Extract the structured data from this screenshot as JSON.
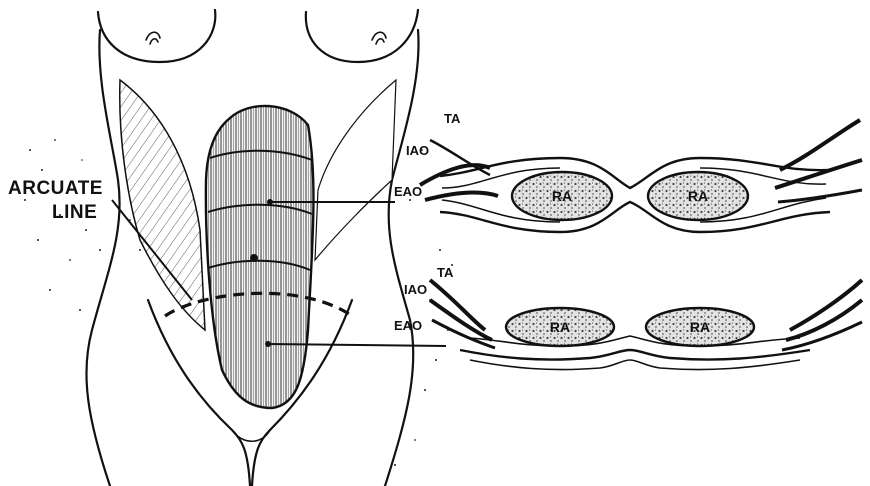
{
  "labels": {
    "arcuate_line_1": "ARCUATE",
    "arcuate_line_2": "LINE",
    "upper": {
      "ta": "TA",
      "iao": "IAO",
      "eao": "EAO",
      "ra_left": "RA",
      "ra_right": "RA"
    },
    "lower": {
      "ta": "TA",
      "iao": "IAO",
      "eao": "EAO",
      "ra_left": "RA",
      "ra_right": "RA"
    }
  },
  "colors": {
    "ink": "#111111",
    "paper": "#ffffff",
    "muscle_fill": "#d9d9d9"
  }
}
